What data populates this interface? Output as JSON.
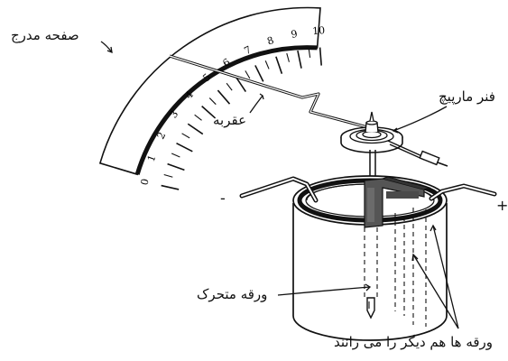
{
  "labels": {
    "scale": "صفحه مدرج",
    "needle": "عقربه",
    "spring": "فنر مارپیچ",
    "moving_plate": "ورقه متحرک",
    "repel": "ورقه ها هم دیگر را می رانند"
  },
  "terminals": {
    "negative": "-",
    "positive": "+"
  },
  "scale_ticks": [
    "0",
    "1",
    "2",
    "3",
    "4",
    "5",
    "6",
    "7",
    "8",
    "9",
    "10"
  ],
  "needle_reading": 5
}
